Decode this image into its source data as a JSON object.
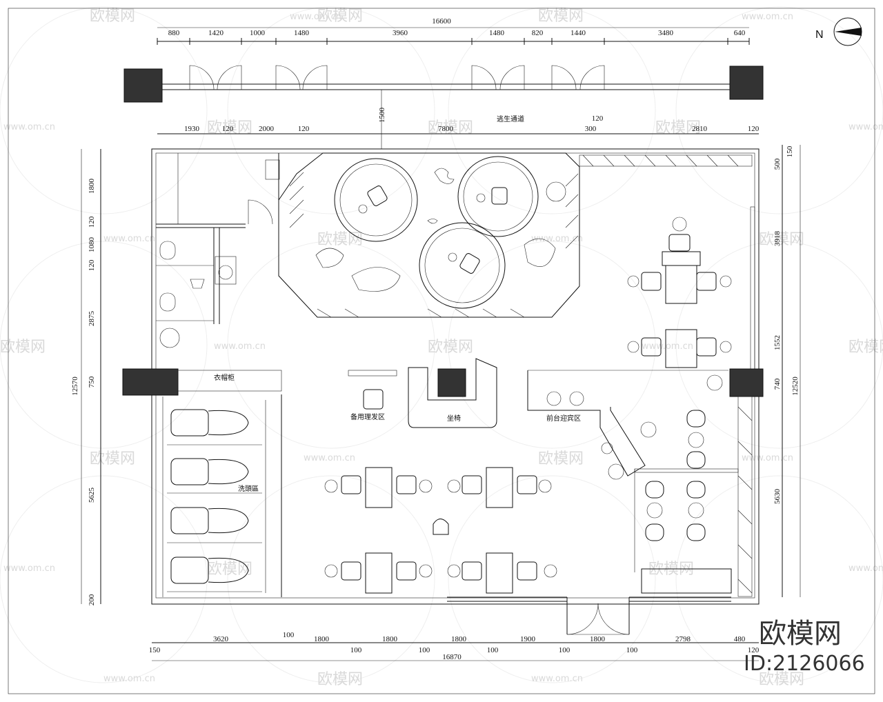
{
  "watermark": {
    "logo": "欧模网",
    "url": "www.om.cn"
  },
  "north_label": "N",
  "dims_top": [
    "880",
    "1420",
    "1000",
    "1480",
    "3960",
    "1480",
    "820",
    "1440",
    "3480",
    "640"
  ],
  "dims_top_total": "16600",
  "dims_second": [
    "1930",
    "120",
    "2000",
    "120",
    "7800",
    "300",
    "120",
    "2810",
    "120"
  ],
  "dims_bottom": [
    "3620",
    "100",
    "1800",
    "1800",
    "1800",
    "1900",
    "1800",
    "2798",
    "480"
  ],
  "dims_bottom_sub": [
    "150",
    "100",
    "100",
    "100",
    "100",
    "100",
    "120"
  ],
  "dims_bottom_total": "16870",
  "dims_left": [
    "1800",
    "120",
    "1080",
    "120",
    "2875",
    "750",
    "5625",
    "200"
  ],
  "dims_left_total": "12570",
  "dims_right": [
    "150",
    "500",
    "3918",
    "1552",
    "740",
    "5630"
  ],
  "dims_right_total": "12520",
  "dim_vertical_1500": "1500",
  "labels": {
    "escape": "逃生通道",
    "wardrobe": "衣帽柜",
    "spare": "备用理发区",
    "seat": "坐椅",
    "reception": "前台迎宾区",
    "wash": "洗頭區"
  },
  "brand": {
    "name": "欧模网",
    "id": "ID:2126066"
  }
}
